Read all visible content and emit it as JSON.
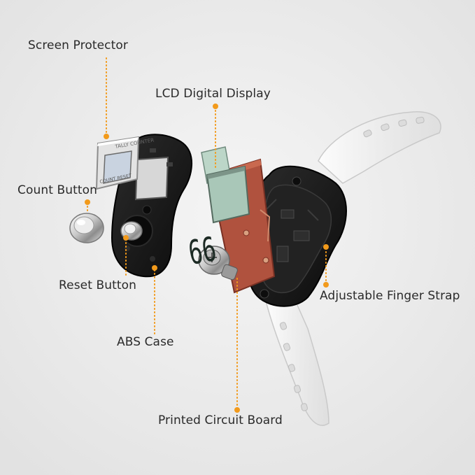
{
  "labels": {
    "screen_protector": "Screen Protector",
    "lcd_display": "LCD Digital Display",
    "count_button": "Count Button",
    "reset_button": "Reset Button",
    "abs_case": "ABS Case",
    "finger_strap": "Adjustable Finger Strap",
    "circuit_board": "Printed Circuit Board"
  },
  "device": {
    "protector_top_text": "TALLY COUNTER",
    "protector_count_text": "COUNT",
    "protector_reset_text": "RESET",
    "lcd_reading": "66"
  },
  "colors": {
    "accent": "#f29a1b",
    "label_text": "#2a2a2a",
    "case_black": "#141414",
    "pcb": "#b0523e",
    "lcd": "#a9c7b8"
  }
}
